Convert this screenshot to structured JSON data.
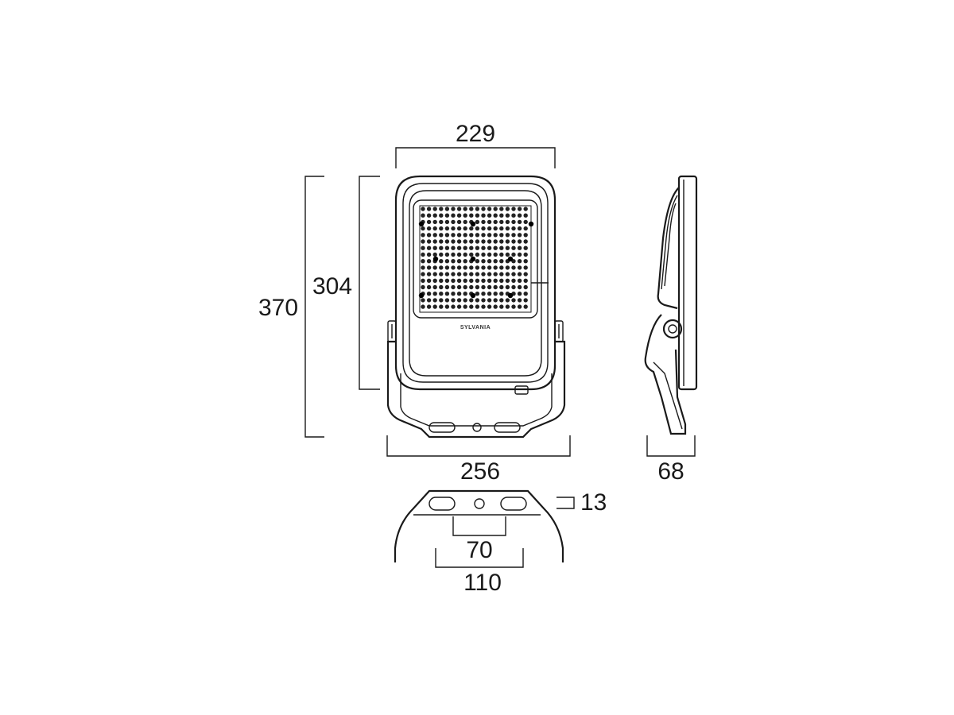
{
  "colors": {
    "line": "#1a1a1a",
    "led": "#222222",
    "background": "#ffffff"
  },
  "dimensions": {
    "front_width": "229",
    "body_height": "304",
    "total_height": "370",
    "bracket_width": "256",
    "side_depth": "68",
    "slot_offset": "13",
    "slot_spacing": "70",
    "bracket_span": "110"
  },
  "brand": "SYLVANIA"
}
